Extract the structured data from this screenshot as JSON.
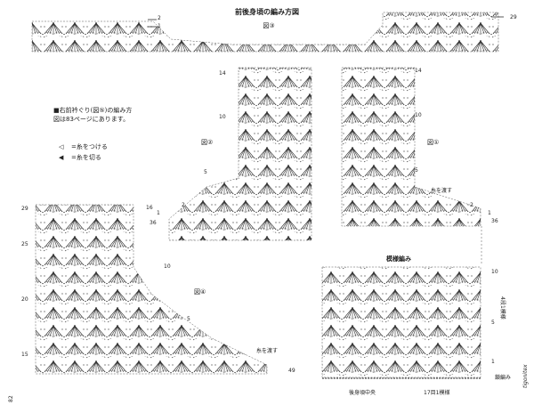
{
  "title": "前後身頃の編み方図",
  "note": "■右前衿ぐり(図⑤)の編み方図は83ページにあります。",
  "legend": [
    {
      "symbol": "◁",
      "text": "=糸をつける"
    },
    {
      "symbol": "◀",
      "text": "=糸を切る"
    }
  ],
  "pieces": [
    {
      "id": "fig3",
      "label": "図③",
      "row_numbers": [
        "2",
        "1",
        "29"
      ]
    },
    {
      "id": "fig2",
      "label": "図②",
      "row_numbers": [
        "14",
        "10",
        "5",
        "2",
        "1",
        "36"
      ]
    },
    {
      "id": "fig1",
      "label": "図①",
      "row_numbers": [
        "14",
        "10",
        "5",
        "2",
        "1",
        "36"
      ],
      "annotation": "糸を渡す"
    },
    {
      "id": "fig4",
      "label": "図④",
      "row_numbers": [
        "29",
        "25",
        "20",
        "15",
        "16",
        "10",
        "5",
        "49"
      ],
      "annotation": "糸を渡す"
    },
    {
      "id": "pattern",
      "label": "模様編み",
      "row_numbers": [
        "10",
        "5",
        "1"
      ],
      "repeat_rows": "4段1模様",
      "bottom_left": "後身頃中央",
      "bottom_right": "17目1模様",
      "chain_label": "鎖編み"
    }
  ],
  "page_number": "82",
  "watermark": "tigonitex"
}
